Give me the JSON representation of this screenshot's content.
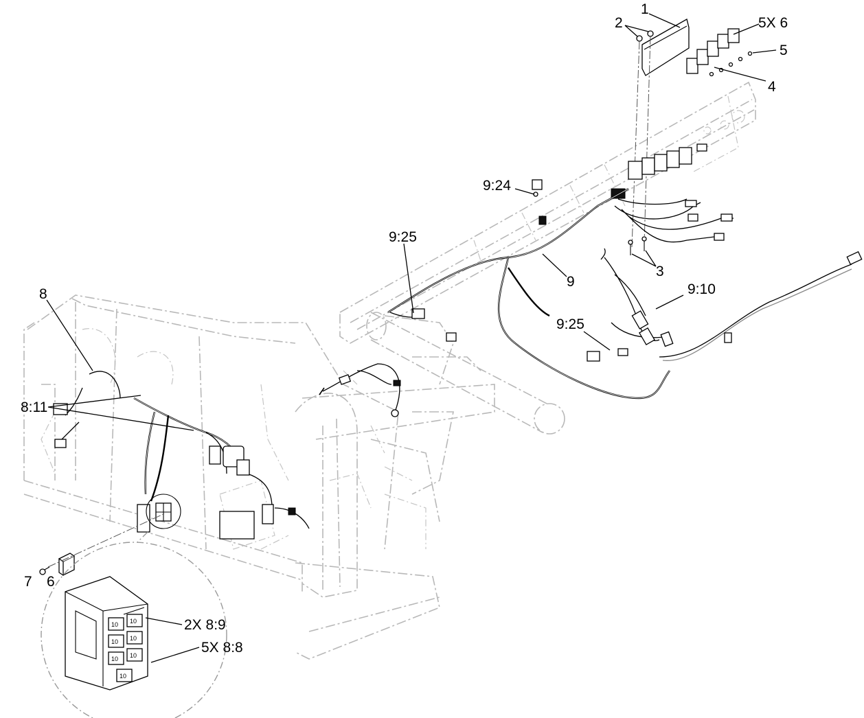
{
  "callouts": [
    {
      "id": "c1",
      "text": "1"
    },
    {
      "id": "c2",
      "text": "2"
    },
    {
      "id": "c5x6",
      "text": "5X 6"
    },
    {
      "id": "c5",
      "text": "5"
    },
    {
      "id": "c4",
      "text": "4"
    },
    {
      "id": "c924",
      "text": "9:24"
    },
    {
      "id": "c925a",
      "text": "9:25"
    },
    {
      "id": "c9",
      "text": "9"
    },
    {
      "id": "c3",
      "text": "3"
    },
    {
      "id": "c910",
      "text": "9:10"
    },
    {
      "id": "c925b",
      "text": "9:25"
    },
    {
      "id": "c8",
      "text": "8"
    },
    {
      "id": "c811",
      "text": "8:11"
    },
    {
      "id": "c7",
      "text": "7"
    },
    {
      "id": "c6",
      "text": "6"
    },
    {
      "id": "c2x89",
      "text": "2X 8:9"
    },
    {
      "id": "c5x88",
      "text": "5X 8:8"
    }
  ],
  "fuse_markings": [
    "10",
    "10",
    "10",
    "10",
    "10",
    "10",
    "10"
  ]
}
